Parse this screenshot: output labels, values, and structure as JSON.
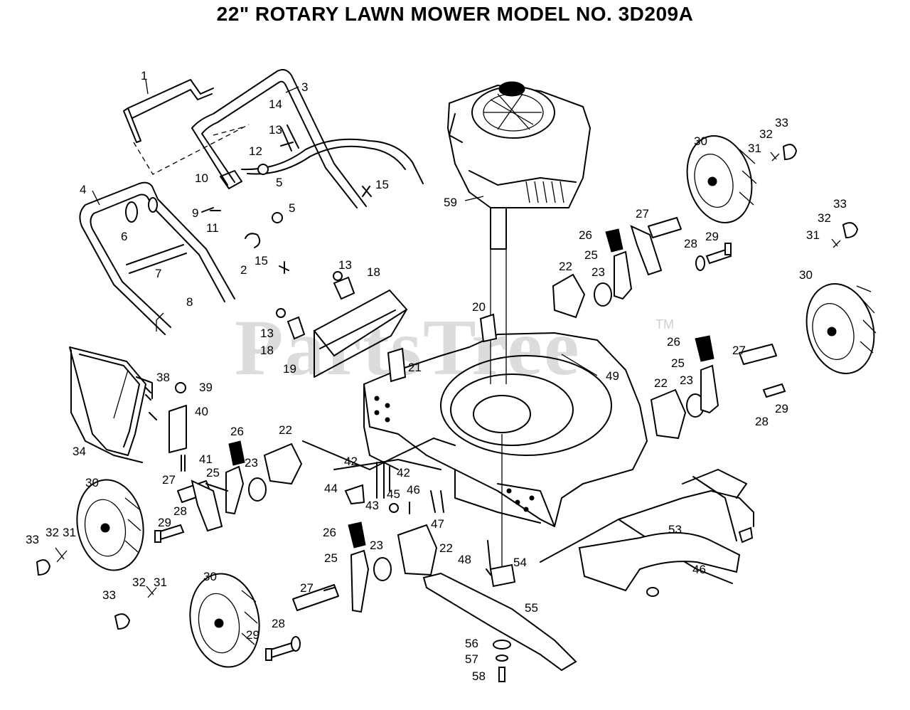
{
  "title": "22\" ROTARY LAWN MOWER MODEL NO.  3D209A",
  "watermark": "PartsTree",
  "watermark_tm": "TM",
  "callouts": [
    {
      "id": "c1",
      "text": "1"
    },
    {
      "id": "c2",
      "text": "2"
    },
    {
      "id": "c3",
      "text": "3"
    },
    {
      "id": "c4",
      "text": "4"
    },
    {
      "id": "c5a",
      "text": "5"
    },
    {
      "id": "c5b",
      "text": "5"
    },
    {
      "id": "c6",
      "text": "6"
    },
    {
      "id": "c7",
      "text": "7"
    },
    {
      "id": "c8",
      "text": "8"
    },
    {
      "id": "c9",
      "text": "9"
    },
    {
      "id": "c10",
      "text": "10"
    },
    {
      "id": "c11",
      "text": "11"
    },
    {
      "id": "c12",
      "text": "12"
    },
    {
      "id": "c13a",
      "text": "13"
    },
    {
      "id": "c13b",
      "text": "13"
    },
    {
      "id": "c13c",
      "text": "13"
    },
    {
      "id": "c14",
      "text": "14"
    },
    {
      "id": "c15a",
      "text": "15"
    },
    {
      "id": "c15b",
      "text": "15"
    },
    {
      "id": "c18a",
      "text": "18"
    },
    {
      "id": "c18b",
      "text": "18"
    },
    {
      "id": "c19",
      "text": "19"
    },
    {
      "id": "c20",
      "text": "20"
    },
    {
      "id": "c21",
      "text": "21"
    },
    {
      "id": "c22a",
      "text": "22"
    },
    {
      "id": "c22b",
      "text": "22"
    },
    {
      "id": "c22c",
      "text": "22"
    },
    {
      "id": "c22d",
      "text": "22"
    },
    {
      "id": "c23a",
      "text": "23"
    },
    {
      "id": "c23b",
      "text": "23"
    },
    {
      "id": "c23c",
      "text": "23"
    },
    {
      "id": "c23d",
      "text": "23"
    },
    {
      "id": "c25a",
      "text": "25"
    },
    {
      "id": "c25b",
      "text": "25"
    },
    {
      "id": "c25c",
      "text": "25"
    },
    {
      "id": "c25d",
      "text": "25"
    },
    {
      "id": "c26a",
      "text": "26"
    },
    {
      "id": "c26b",
      "text": "26"
    },
    {
      "id": "c26c",
      "text": "26"
    },
    {
      "id": "c26d",
      "text": "26"
    },
    {
      "id": "c27a",
      "text": "27"
    },
    {
      "id": "c27b",
      "text": "27"
    },
    {
      "id": "c27c",
      "text": "27"
    },
    {
      "id": "c27d",
      "text": "27"
    },
    {
      "id": "c28a",
      "text": "28"
    },
    {
      "id": "c28b",
      "text": "28"
    },
    {
      "id": "c28c",
      "text": "28"
    },
    {
      "id": "c28d",
      "text": "28"
    },
    {
      "id": "c29a",
      "text": "29"
    },
    {
      "id": "c29b",
      "text": "29"
    },
    {
      "id": "c29c",
      "text": "29"
    },
    {
      "id": "c29d",
      "text": "29"
    },
    {
      "id": "c30a",
      "text": "30"
    },
    {
      "id": "c30b",
      "text": "30"
    },
    {
      "id": "c30c",
      "text": "30"
    },
    {
      "id": "c30d",
      "text": "30"
    },
    {
      "id": "c31a",
      "text": "31"
    },
    {
      "id": "c31b",
      "text": "31"
    },
    {
      "id": "c31c",
      "text": "31"
    },
    {
      "id": "c31d",
      "text": "31"
    },
    {
      "id": "c32a",
      "text": "32"
    },
    {
      "id": "c32b",
      "text": "32"
    },
    {
      "id": "c32c",
      "text": "32"
    },
    {
      "id": "c32d",
      "text": "32"
    },
    {
      "id": "c33a",
      "text": "33"
    },
    {
      "id": "c33b",
      "text": "33"
    },
    {
      "id": "c33c",
      "text": "33"
    },
    {
      "id": "c33d",
      "text": "33"
    },
    {
      "id": "c34",
      "text": "34"
    },
    {
      "id": "c38",
      "text": "38"
    },
    {
      "id": "c39",
      "text": "39"
    },
    {
      "id": "c40",
      "text": "40"
    },
    {
      "id": "c41",
      "text": "41"
    },
    {
      "id": "c42a",
      "text": "42"
    },
    {
      "id": "c42b",
      "text": "42"
    },
    {
      "id": "c43",
      "text": "43"
    },
    {
      "id": "c44",
      "text": "44"
    },
    {
      "id": "c45",
      "text": "45"
    },
    {
      "id": "c46a",
      "text": "46"
    },
    {
      "id": "c46b",
      "text": "46"
    },
    {
      "id": "c47",
      "text": "47"
    },
    {
      "id": "c48",
      "text": "48"
    },
    {
      "id": "c49",
      "text": "49"
    },
    {
      "id": "c53",
      "text": "53"
    },
    {
      "id": "c54",
      "text": "54"
    },
    {
      "id": "c55",
      "text": "55"
    },
    {
      "id": "c56",
      "text": "56"
    },
    {
      "id": "c57",
      "text": "57"
    },
    {
      "id": "c58",
      "text": "58"
    },
    {
      "id": "c59",
      "text": "59"
    }
  ]
}
